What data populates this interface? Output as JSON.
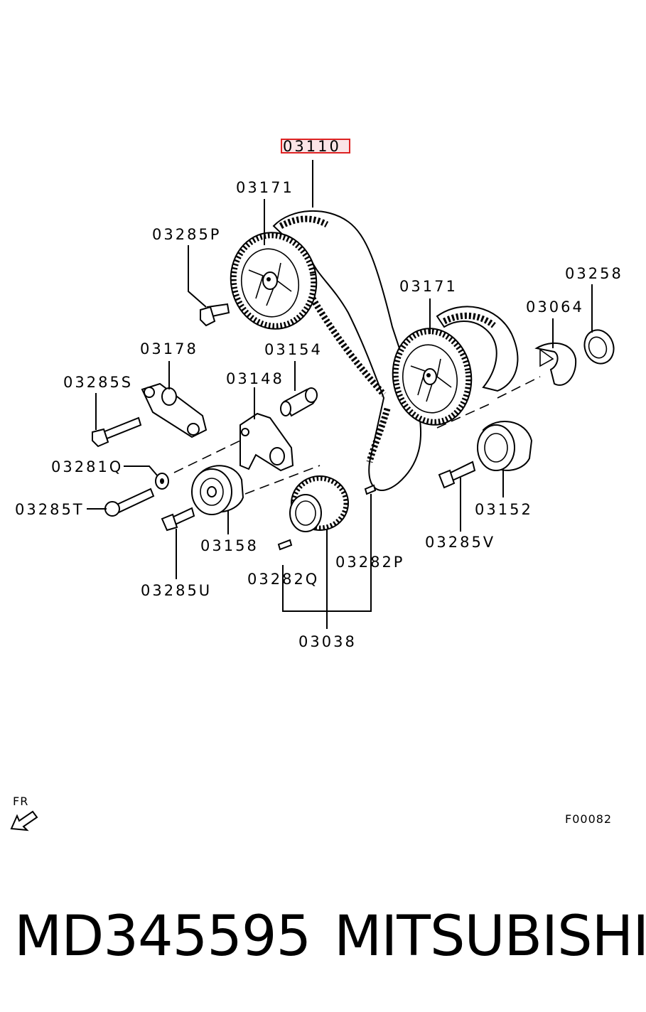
{
  "diagram": {
    "highlighted_label": "03110",
    "labels": {
      "sprocket_top": "03171",
      "bolt_p": "03285P",
      "sprocket_right": "03171",
      "seal": "03258",
      "plate": "03064",
      "tensioner": "03178",
      "sleeve": "03154",
      "bolt_s": "03285S",
      "arm": "03148",
      "washer": "03281Q",
      "bolt_t": "03285T",
      "pulley_tensioner": "03158",
      "bolt_u": "03285U",
      "key_q": "03282Q",
      "crank_sprocket": "03038",
      "key_p": "03282P",
      "bolt_v": "03285V",
      "idler": "03152"
    },
    "direction_label": "FR",
    "figure_code": "F00082"
  },
  "caption": {
    "part_number": "MD345595",
    "brand": "MITSUBISHI"
  }
}
